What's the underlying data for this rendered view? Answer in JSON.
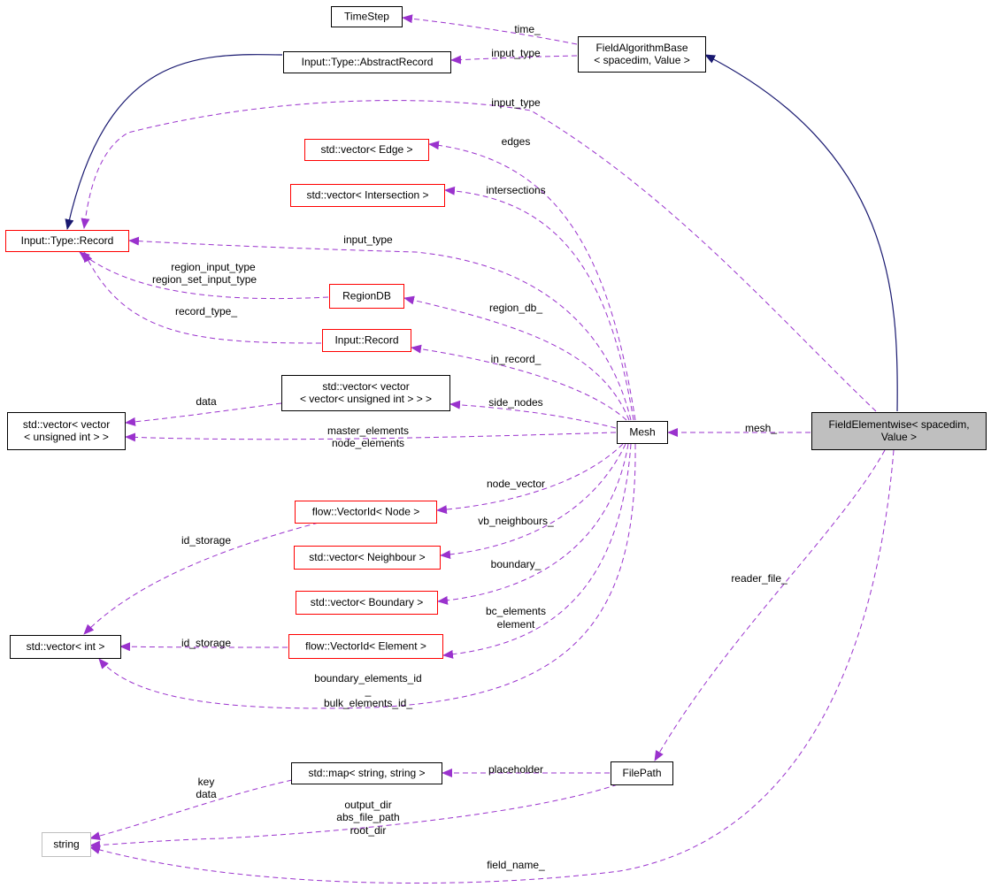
{
  "colors": {
    "edge_usage": "#9a32cd",
    "edge_inherit": "#191970",
    "border_black": "#000000",
    "border_red": "#ff0000",
    "border_gray": "#bfbfbf",
    "fill_focus": "#bfbfbf"
  },
  "nodes": [
    {
      "id": "timestep",
      "lines": [
        "TimeStep"
      ],
      "border": "black"
    },
    {
      "id": "abstract-record",
      "lines": [
        "Input::Type::AbstractRecord"
      ],
      "border": "black"
    },
    {
      "id": "field-algorithm-base",
      "lines": [
        "FieldAlgorithmBase",
        "< spacedim, Value >"
      ],
      "border": "black"
    },
    {
      "id": "vector-edge",
      "lines": [
        "std::vector< Edge >"
      ],
      "border": "red"
    },
    {
      "id": "vector-intersection",
      "lines": [
        "std::vector< Intersection >"
      ],
      "border": "red"
    },
    {
      "id": "type-record",
      "lines": [
        "Input::Type::Record"
      ],
      "border": "red"
    },
    {
      "id": "regiondb",
      "lines": [
        "RegionDB"
      ],
      "border": "red"
    },
    {
      "id": "input-record",
      "lines": [
        "Input::Record"
      ],
      "border": "red"
    },
    {
      "id": "vector-vector-vector",
      "lines": [
        "std::vector< vector",
        "< vector< unsigned int > > >"
      ],
      "border": "black"
    },
    {
      "id": "vector-vector-uint",
      "lines": [
        "std::vector< vector",
        "< unsigned int > >"
      ],
      "border": "black"
    },
    {
      "id": "mesh",
      "lines": [
        "Mesh"
      ],
      "border": "black"
    },
    {
      "id": "field-elementwise",
      "lines": [
        "FieldElementwise< spacedim,",
        "Value >"
      ],
      "border": "black",
      "focus": true
    },
    {
      "id": "vectorid-node",
      "lines": [
        "flow::VectorId< Node >"
      ],
      "border": "red"
    },
    {
      "id": "vector-neighbour",
      "lines": [
        "std::vector< Neighbour >"
      ],
      "border": "red"
    },
    {
      "id": "vector-boundary",
      "lines": [
        "std::vector< Boundary >"
      ],
      "border": "red"
    },
    {
      "id": "vector-int",
      "lines": [
        "std::vector< int >"
      ],
      "border": "black"
    },
    {
      "id": "vectorid-element",
      "lines": [
        "flow::VectorId< Element >"
      ],
      "border": "red"
    },
    {
      "id": "map-string",
      "lines": [
        "std::map< string, string >"
      ],
      "border": "black"
    },
    {
      "id": "filepath",
      "lines": [
        "FilePath"
      ],
      "border": "black"
    },
    {
      "id": "string",
      "lines": [
        "string"
      ],
      "border": "gray"
    }
  ],
  "edges": [
    {
      "id": "time",
      "kind": "usage",
      "labels": [
        "time_"
      ]
    },
    {
      "id": "input-type-top",
      "kind": "usage",
      "labels": [
        "input_type"
      ]
    },
    {
      "id": "inherit-fab",
      "kind": "inherit",
      "labels": []
    },
    {
      "id": "inherit-abstract",
      "kind": "inherit",
      "labels": []
    },
    {
      "id": "input-type-long",
      "kind": "usage",
      "labels": [
        "input_type"
      ]
    },
    {
      "id": "edges",
      "kind": "usage",
      "labels": [
        "edges"
      ]
    },
    {
      "id": "intersections",
      "kind": "usage",
      "labels": [
        "intersections"
      ]
    },
    {
      "id": "input-type-mesh",
      "kind": "usage",
      "labels": [
        "input_type"
      ]
    },
    {
      "id": "region-input-type",
      "kind": "usage",
      "labels": [
        "region_input_type",
        "region_set_input_type"
      ]
    },
    {
      "id": "record-type",
      "kind": "usage",
      "labels": [
        "record_type_"
      ]
    },
    {
      "id": "region-db",
      "kind": "usage",
      "labels": [
        "region_db_"
      ]
    },
    {
      "id": "in-record",
      "kind": "usage",
      "labels": [
        "in_record_"
      ]
    },
    {
      "id": "side-nodes",
      "kind": "usage",
      "labels": [
        "side_nodes"
      ]
    },
    {
      "id": "data-vv",
      "kind": "usage",
      "labels": [
        "data"
      ]
    },
    {
      "id": "master-elements",
      "kind": "usage",
      "labels": [
        "master_elements",
        "node_elements"
      ]
    },
    {
      "id": "mesh-member",
      "kind": "usage",
      "labels": [
        "mesh_"
      ]
    },
    {
      "id": "node-vector",
      "kind": "usage",
      "labels": [
        "node_vector"
      ]
    },
    {
      "id": "vb-neighbours",
      "kind": "usage",
      "labels": [
        "vb_neighbours_"
      ]
    },
    {
      "id": "boundary",
      "kind": "usage",
      "labels": [
        "boundary_"
      ]
    },
    {
      "id": "bc-elements",
      "kind": "usage",
      "labels": [
        "bc_elements",
        "element"
      ]
    },
    {
      "id": "id-storage-node",
      "kind": "usage",
      "labels": [
        "id_storage"
      ]
    },
    {
      "id": "id-storage-element",
      "kind": "usage",
      "labels": [
        "id_storage"
      ]
    },
    {
      "id": "boundary-elements-id",
      "kind": "usage",
      "labels": [
        "boundary_elements_id",
        "_",
        "bulk_elements_id_"
      ]
    },
    {
      "id": "reader-file",
      "kind": "usage",
      "labels": [
        "reader_file_"
      ]
    },
    {
      "id": "placeholder",
      "kind": "usage",
      "labels": [
        "placeholder"
      ]
    },
    {
      "id": "key-data",
      "kind": "usage",
      "labels": [
        "key",
        "data"
      ]
    },
    {
      "id": "output-dir",
      "kind": "usage",
      "labels": [
        "output_dir",
        "abs_file_path",
        "root_dir"
      ]
    },
    {
      "id": "field-name",
      "kind": "usage",
      "labels": [
        "field_name_"
      ]
    }
  ]
}
